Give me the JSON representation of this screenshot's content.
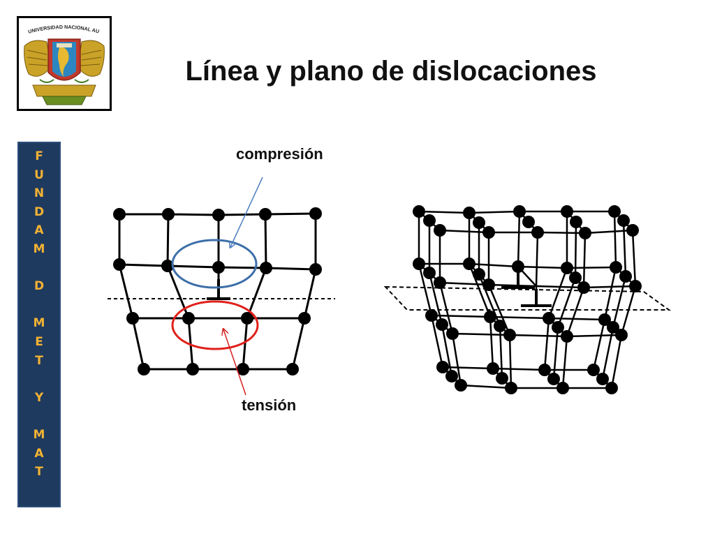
{
  "slide": {
    "title": "Línea y plano de dislocaciones",
    "logo_text": "UNIVERSIDAD NACIONAL AUTONOMA DE MEXICO",
    "side_letters": [
      "F",
      "U",
      "N",
      "D",
      "A",
      "M",
      "",
      "D",
      "",
      "M",
      "E",
      "T",
      "",
      "Y",
      "",
      "M",
      "A",
      "T"
    ]
  },
  "diagram": {
    "labels": {
      "compression": "compresión",
      "tension": "tensión"
    },
    "colors": {
      "compression_ellipse": "#3d6fa8",
      "tension_ellipse": "#e0201b",
      "compression_arrow": "#4f7fbf",
      "tension_arrow": "#d42020",
      "lattice": "#000000",
      "side_bar": "#1f3a5f",
      "side_text": "#f2b233"
    }
  }
}
